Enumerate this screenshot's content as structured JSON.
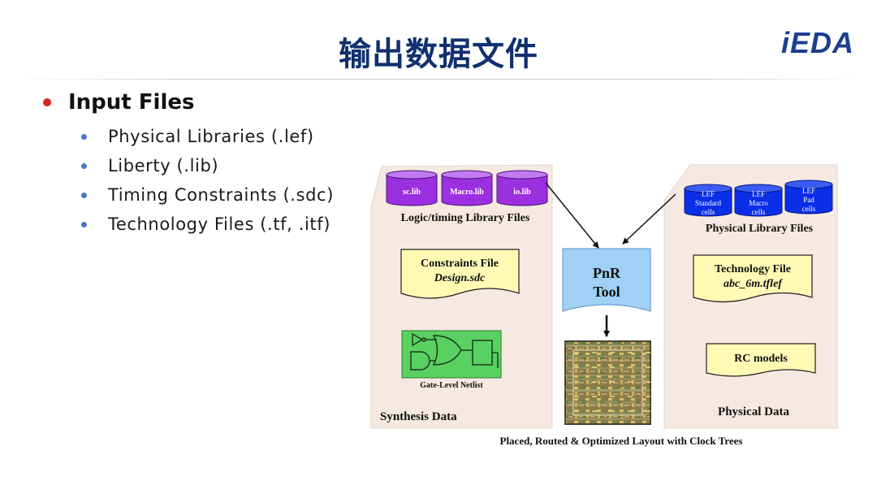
{
  "header": {
    "title": "输出数据文件",
    "logo": "iEDA"
  },
  "content": {
    "main_bullet": "Input Files",
    "sub_bullets": [
      "Physical Libraries (.lef)",
      "Liberty (.lib)",
      "Timing Constraints (.sdc)",
      "Technology Files (.tf, .itf)"
    ]
  },
  "diagram": {
    "synthesis": {
      "libs": [
        "sc.lib",
        "Macro.lib",
        "io.lib"
      ],
      "lib_caption": "Logic/timing Library Files",
      "constraints_title": "Constraints File",
      "constraints_file": "Design.sdc",
      "netlist_caption": "Gate-Level Netlist",
      "panel_label": "Synthesis Data"
    },
    "tool": {
      "line1": "PnR",
      "line2": "Tool"
    },
    "physical": {
      "lefs": [
        {
          "l1": "LEF",
          "l2": "Standard",
          "l3": "cells"
        },
        {
          "l1": "LEF",
          "l2": "Macro",
          "l3": "cells"
        },
        {
          "l1": "LEF",
          "l2": "Pad",
          "l3": "cells"
        }
      ],
      "lib_caption": "Physical Library Files",
      "tech_title": "Technology File",
      "tech_file": "abc_6m.tflef",
      "rc_label": "RC models",
      "panel_label": "Physical Data"
    },
    "caption": "Placed, Routed & Optimized Layout with Clock Trees"
  },
  "colors": {
    "title": "#10306e",
    "panel_fill": "#f5e9e1",
    "doc_fill": "#fffbb5",
    "lib_purple": "#9b30e0",
    "lef_blue": "#0b2ee8",
    "tool_fill": "#9fd0f5",
    "netlist_fill": "#58d160"
  }
}
